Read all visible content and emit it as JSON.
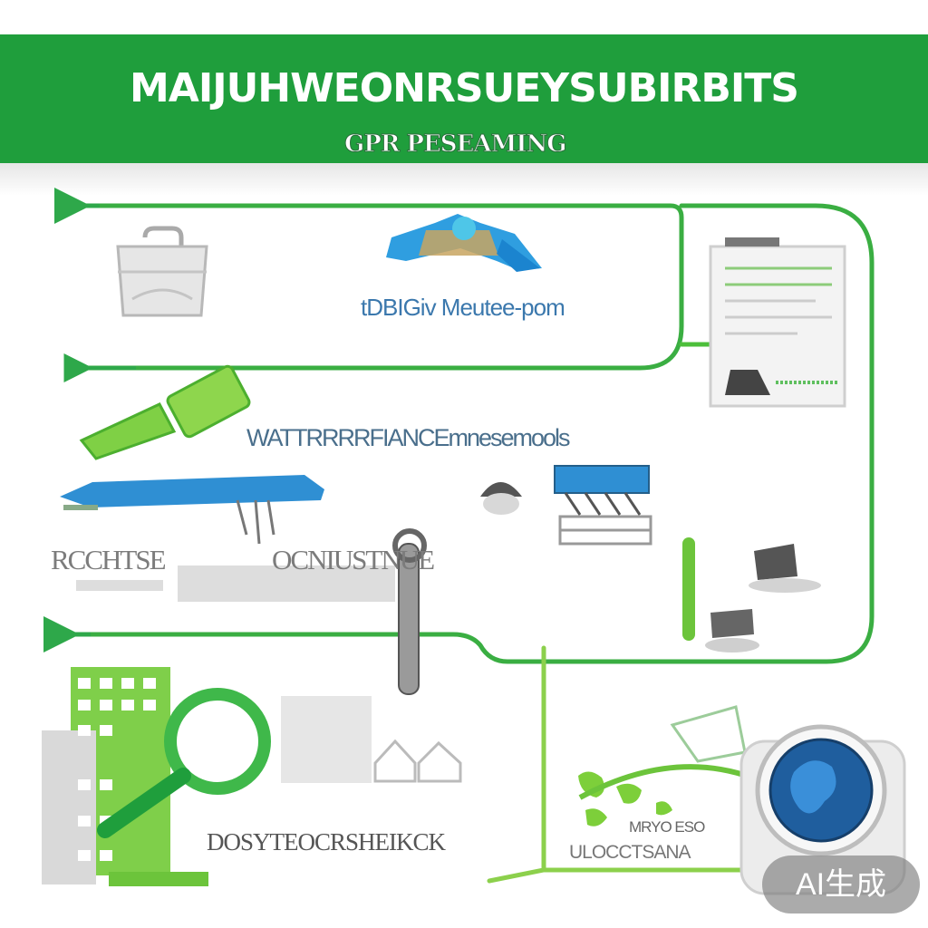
{
  "header": {
    "title": "MAIJUHWEONRSUEYSUBIRBITS",
    "subtitle": "GPR PESEAMING"
  },
  "labels": {
    "top_row": "tDBIGiv Meutee-pom",
    "middle_row": "WATTRRRRFIANCEmnesemools",
    "left_row": "RCCHTSE",
    "center_row": "OCNIUSTNUE",
    "bottom_left": "DOSYTEOCRSHEIKCK",
    "bottom_right": "ULOCCTSANA",
    "bottom_right_small": "MRYO ESO"
  },
  "badge": {
    "text": "AI生成"
  },
  "colors": {
    "banner_green": "#1f9e3c",
    "flow_line_green": "#4cbf3a",
    "accent_blue": "#2f8fd3",
    "machine_gray": "#c9c9c9"
  },
  "icons": [
    "shopping-bag-icon",
    "blue-nozzle-icon",
    "document-panel-icon",
    "green-roller-icon",
    "blue-conveyor-icon",
    "helmet-icon",
    "sorting-machine-icon",
    "wrench-icon",
    "building-icon",
    "magnifier-icon",
    "globe-icon",
    "recycling-bin-icon"
  ]
}
